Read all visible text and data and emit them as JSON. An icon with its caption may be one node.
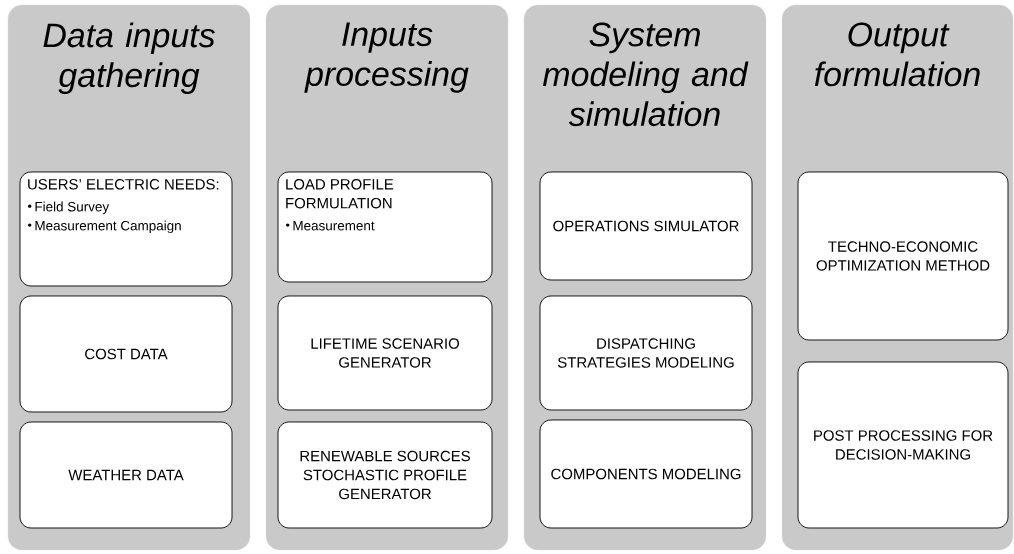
{
  "diagram": {
    "nodes": [
      {
        "text": [
          "Data inputs gathering"
        ]
      },
      {
        "text": [
          "USERS’ ELECTRIC NEEDS:",
          "Field Survey",
          "Measurement Campaign"
        ],
        "in": 0
      },
      {
        "text": [
          "COST DATA"
        ],
        "in": 0
      },
      {
        "text": [
          "WEATHER DATA"
        ],
        "in": 0
      },
      {
        "text": [
          "Inputs processing"
        ]
      },
      {
        "text": [
          "LOAD PROFILE FORMULATION",
          "Measurement"
        ],
        "in": 4
      },
      {
        "text": [
          "LIFETIME SCENARIO GENERATOR"
        ],
        "in": 4
      },
      {
        "text": [
          "RENEWABLE SOURCES STOCHASTIC PROFILE GENERATOR"
        ],
        "in": 4
      },
      {
        "text": [
          "System modeling and simulation"
        ]
      },
      {
        "text": [
          "OPERATIONS SIMULATOR"
        ],
        "in": 8
      },
      {
        "text": [
          "DISPATCHING STRATEGIES MODELING"
        ],
        "in": 8
      },
      {
        "text": [
          "COMPONENTS MODELING"
        ],
        "in": 8
      },
      {
        "text": [
          "Output formulation"
        ]
      },
      {
        "text": [
          "TECHNO-ECONOMIC OPTIMIZATION METHOD"
        ],
        "in": 12
      },
      {
        "text": [
          "POST PROCESSING FOR DECISION-MAKING"
        ],
        "in": 12
      }
    ]
  }
}
